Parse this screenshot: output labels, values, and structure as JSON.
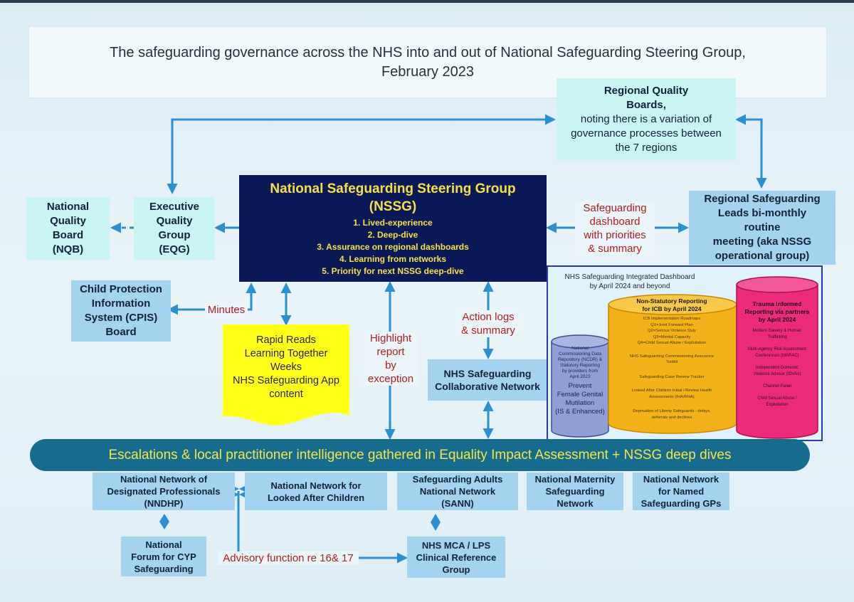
{
  "title": {
    "line1": "The safeguarding governance across the NHS into and out of National Safeguarding Steering Group,",
    "line2": "February 2023"
  },
  "rqb": {
    "heading1": "Regional Quality",
    "heading2": "Boards,",
    "body1": "noting there is a variation of",
    "body2": "governance processes between",
    "body3": "the 7 regions"
  },
  "nqb": [
    "National",
    "Quality",
    "Board",
    "(NQB)"
  ],
  "eqg": [
    "Executive",
    "Quality",
    "Group",
    "(EQG)"
  ],
  "nssg": {
    "title1": "National Safeguarding Steering Group",
    "title2": "(NSSG)",
    "items": [
      "1. Lived-experience",
      "2. Deep-dive",
      "3. Assurance on regional dashboards",
      "4. Learning from networks",
      "5. Priority for next NSSG deep-dive"
    ]
  },
  "safeguarding_dashboard": [
    "Safeguarding",
    "dashboard",
    "with priorities",
    "& summary"
  ],
  "rsl": [
    "Regional Safeguarding",
    "Leads bi-monthly",
    "routine",
    "meeting (aka NSSG",
    "operational group)"
  ],
  "cpis": [
    "Child Protection",
    "Information",
    "System (CPIS)",
    "Board"
  ],
  "minutes": "Minutes",
  "rapid_reads": [
    "Rapid Reads",
    "Learning Together",
    "Weeks",
    "NHS Safeguarding App",
    "content"
  ],
  "highlight": [
    "Highlight",
    "report",
    "by",
    "exception"
  ],
  "action_logs": [
    "Action logs",
    "& summary"
  ],
  "collab": [
    "NHS Safeguarding",
    "Collaborative Network"
  ],
  "dashboard": {
    "title1": "NHS Safeguarding Integrated Dashboard",
    "title2": "by April 2024 and beyond",
    "ncdr": {
      "small": [
        "National",
        "Commissioning Data",
        "Repository (NCDR) &",
        "Statutory Reporting",
        "by providers from",
        "April 2023"
      ],
      "large": [
        "Prevent",
        "Female Genital",
        "Mutilation",
        "(IS & Enhanced)"
      ]
    },
    "nonstat": {
      "title": [
        "Non-Statutory Reporting",
        "for ICB by April 2024"
      ],
      "items": [
        "ICB Implementation Roadmaps",
        "Q1=Joint Forward Plan",
        "Q2=Serious Violence Duty",
        "Q3=Mental Capacity",
        "Q4=Child Sexual Abuse / Exploitation",
        "NHS Safeguarding Commissioning Assurance",
        "Toolkit",
        "Safeguarding Case Review Tracker",
        "Looked After Children Initial / Review Health",
        "Assessments (IHA/RHA)",
        "Deprivation of Liberty Safeguards - delays,",
        "deferrals and declines"
      ]
    },
    "trauma": {
      "title": [
        "Trauma Informed",
        "Reporting via partners",
        "by April 2024"
      ],
      "items": [
        "Modern Slavery & Human",
        "Trafficking",
        "Multi-Agency Risk Assessment",
        "Conferences (MARAC)",
        "Independent Domestic",
        "Violence Advisor (IDVAs)",
        "Channel Panel",
        "Child Sexual Abuse /",
        "Exploitation"
      ]
    }
  },
  "escalations": "Escalations & local practitioner intelligence gathered in Equality Impact Assessment + NSSG deep dives",
  "nndhp": [
    "National Network of",
    "Designated Professionals",
    "(NNDHP)"
  ],
  "lac": [
    "National Network for",
    "Looked After Children"
  ],
  "sann": [
    "Safeguarding Adults",
    "National Network",
    "(SANN)"
  ],
  "maternity": [
    "National Maternity",
    "Safeguarding",
    "Network"
  ],
  "gps": [
    "National Network",
    "for Named",
    "Safeguarding GPs"
  ],
  "cyp": [
    "National",
    "Forum for CYP",
    "Safeguarding"
  ],
  "advisory": "Advisory function re 16& 17",
  "mca": [
    "NHS MCA / LPS",
    "Clinical Reference",
    "Group"
  ],
  "colors": {
    "arrow": "#2b8fd0",
    "nssg_bg": "#0b1a57",
    "nssg_text": "#f6e04a",
    "light_blue": "#a3d3ee",
    "cyan": "#c8f4f4",
    "escalations_bg": "#176c8e",
    "escalations_text": "#f5e54a",
    "red_text": "#b32020",
    "rapid_reads_bg": "#ffff1a"
  }
}
